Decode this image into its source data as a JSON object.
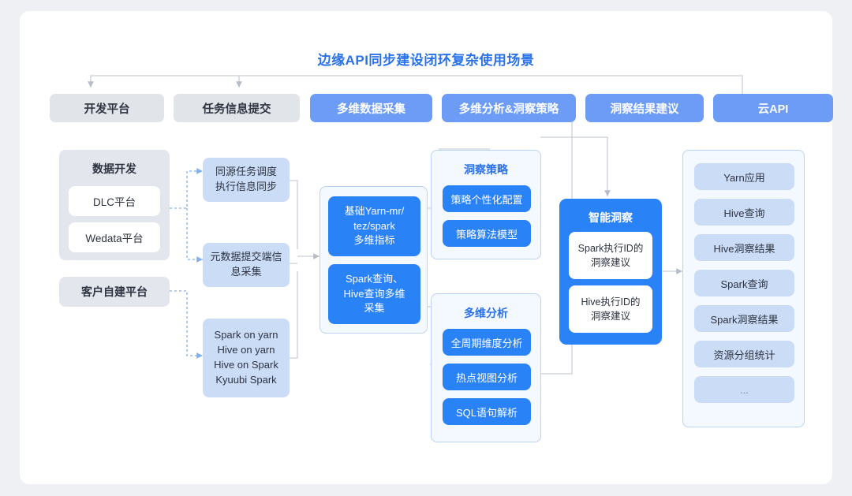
{
  "title": "边缘API同步建设闭环复杂使用场景",
  "tabs": [
    {
      "label": "开发平台",
      "style": "grey"
    },
    {
      "label": "任务信息提交",
      "style": "grey"
    },
    {
      "label": "多维数据采集",
      "style": "blue"
    },
    {
      "label": "多维分析&洞察策略",
      "style": "blue"
    },
    {
      "label": "洞察结果建议",
      "style": "blue"
    },
    {
      "label": "云API",
      "style": "blue"
    }
  ],
  "col1": {
    "group_title": "数据开发",
    "items": [
      "DLC平台",
      "Wedata平台"
    ],
    "standalone": "客户自建平台"
  },
  "col2": {
    "boxes": [
      [
        "同源任务调度",
        "执行信息同步"
      ],
      [
        "元数据提交端信",
        "息采集"
      ],
      [
        "Spark on yarn",
        "Hive on yarn",
        "Hive on Spark",
        "Kyuubi Spark"
      ]
    ]
  },
  "col3": {
    "boxes": [
      [
        "基础Yarn-mr/",
        "tez/spark",
        "多维指标"
      ],
      [
        "Spark查询、",
        "Hive查询多维",
        "采集"
      ]
    ]
  },
  "col4": {
    "strategy": {
      "title": "洞察策略",
      "items": [
        "策略个性化配置",
        "策略算法模型"
      ]
    },
    "analysis": {
      "title": "多维分析",
      "items": [
        "全周期维度分析",
        "热点视图分析",
        "SQL语句解析"
      ]
    }
  },
  "col5": {
    "title": "智能洞察",
    "items": [
      [
        "Spark执行ID的",
        "洞察建议"
      ],
      [
        "Hive执行ID的",
        "洞察建议"
      ]
    ]
  },
  "col6": {
    "items": [
      "Yarn应用",
      "Hive查询",
      "Hive洞察结果",
      "Spark查询",
      "Spark洞察结果",
      "资源分组统计",
      "..."
    ]
  },
  "colors": {
    "accent": "#2a82f7",
    "tab_blue": "#6c9cf5",
    "tab_grey": "#e1e4e9",
    "light_blue": "#cbdcf7",
    "wire": "#c9cfd8",
    "dotted": "#7fb0f0"
  }
}
